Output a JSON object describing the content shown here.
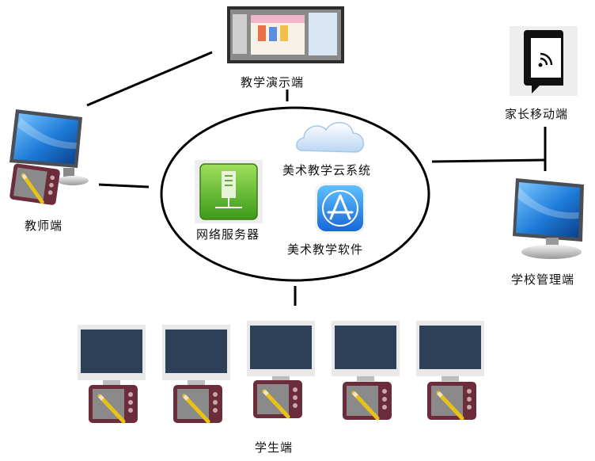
{
  "nodes": {
    "teaching_display": {
      "label": "教学演示端",
      "icon": "classroom-display-icon"
    },
    "parent_mobile": {
      "label": "家长移动端",
      "icon": "smartphone-icon"
    },
    "teacher": {
      "label": "教师端",
      "icon": "teacher-monitor-icon"
    },
    "school_admin": {
      "label": "学校管理端",
      "icon": "school-monitor-icon"
    },
    "students": {
      "label": "学生端",
      "icon": "student-computer-icon",
      "count": 5
    }
  },
  "cloud": {
    "cloud_system_label": "美术教学云系统",
    "server_label": "网络服务器",
    "software_label": "美术教学软件"
  },
  "colors": {
    "line": "#000000",
    "server_green": "#5cb82a",
    "cloud_blue": "#cfe3f7",
    "app_blue": "#1c86e6",
    "monitor_screen": "#2e4058",
    "tablet_frame": "#6b2c3c"
  }
}
